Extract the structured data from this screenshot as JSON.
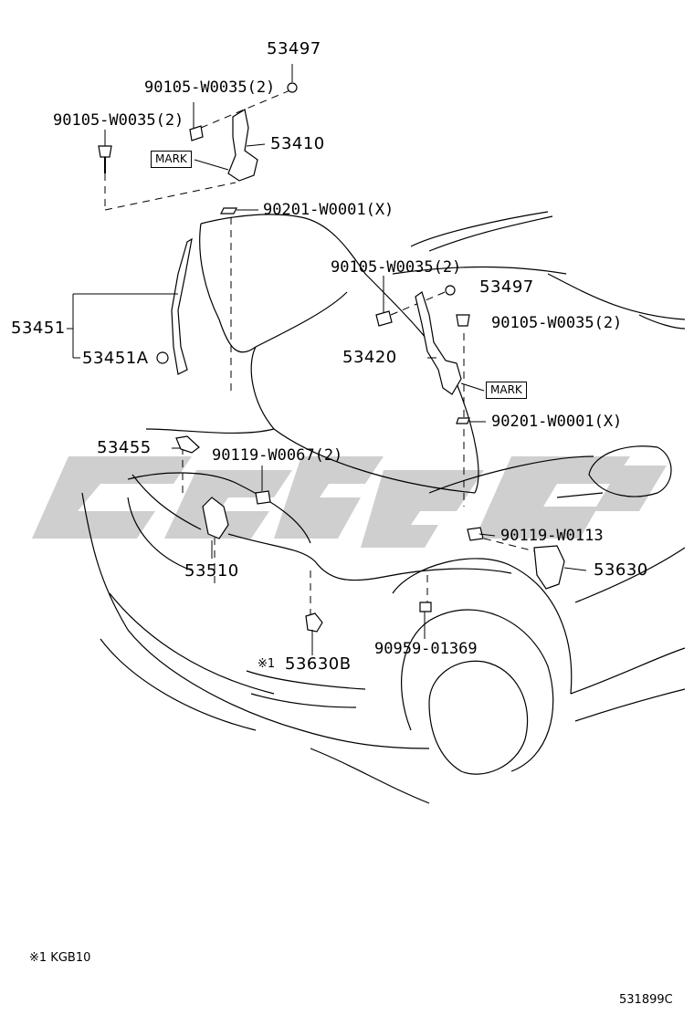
{
  "callouts": {
    "hinge_nut_top": "53497",
    "bolt_top_right": "90105-W0035(2)",
    "bolt_top_left": "90105-W0035(2)",
    "hinge_left": "53410",
    "mark_left": "MARK",
    "washer_left": "90201-W0001(X)",
    "bolt_mid": "90105-W0035(2)",
    "hinge_nut_mid": "53497",
    "bolt_mid_right": "90105-W0035(2)",
    "stay": "53451",
    "stay_clip": "53451A",
    "hinge_right": "53420",
    "mark_right": "MARK",
    "washer_right": "90201-W0001(X)",
    "bumper": "53455",
    "lock_bolt": "90119-W0067(2)",
    "lock": "53510",
    "release_bolt": "90119-W0113",
    "release_lever": "53630",
    "clamp": "90959-01369",
    "note_mark_part": "※1",
    "cable_clip": "53630B"
  },
  "footnote": "※1 KGB10",
  "diagram_id": "531899C",
  "watermark_color": "#cfcfcf"
}
